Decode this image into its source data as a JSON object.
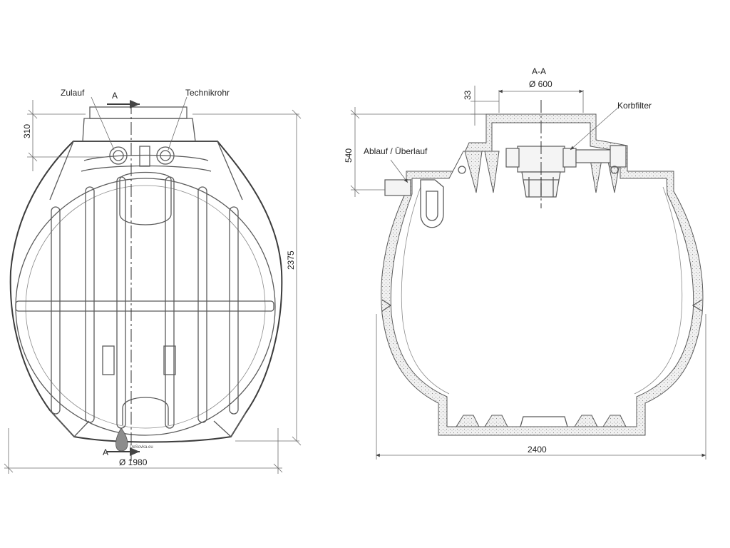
{
  "front_view": {
    "label_inlet": "Zulauf",
    "label_tech_pipe": "Technikrohr",
    "section_mark_top": "A",
    "section_mark_bottom": "A",
    "dim_top_height": "310",
    "dim_total_height": "2375",
    "dim_diameter": "Ø 1980",
    "watermark": "DeSovka.eu"
  },
  "section_view": {
    "section_title": "A-A",
    "dim_cover_diameter": "Ø 600",
    "dim_cover_height": "33",
    "dim_outlet_height": "540",
    "label_outlet": "Ablauf / Überlauf",
    "label_filter": "Korbfilter",
    "dim_width": "2400"
  },
  "colors": {
    "line": "#5a5a5a",
    "background": "#ffffff"
  }
}
